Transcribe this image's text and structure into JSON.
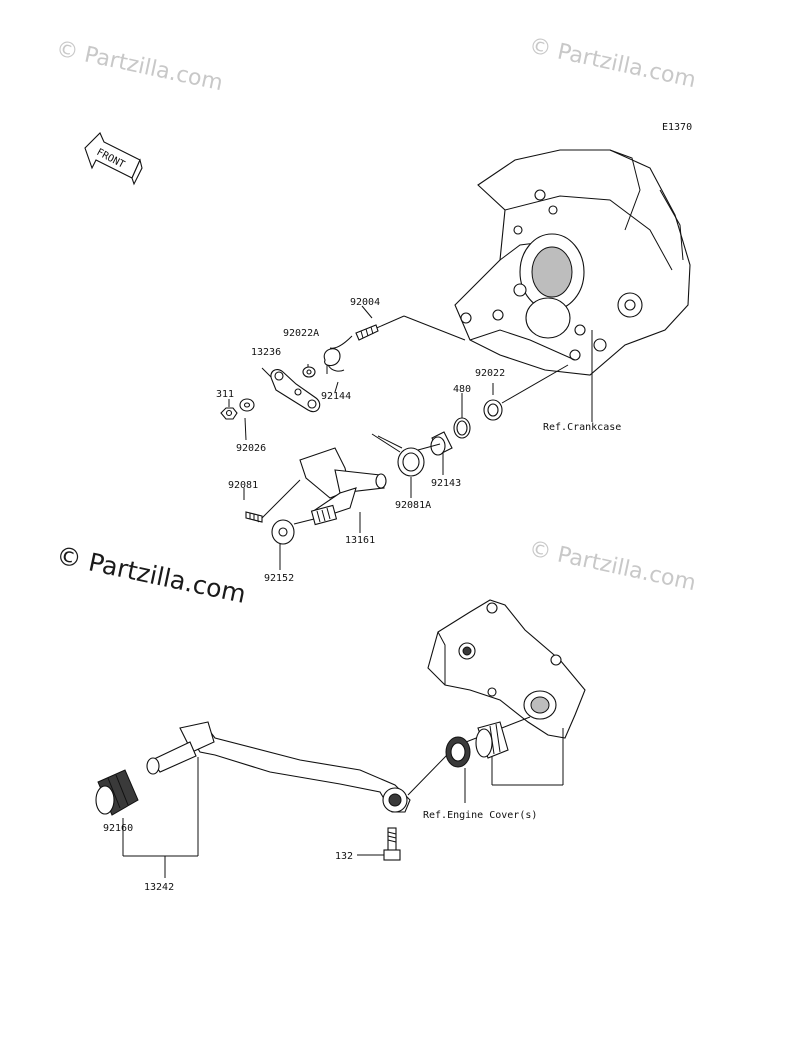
{
  "diagram_code": "E1370",
  "front_label": "FRONT",
  "watermarks": {
    "small": "© Partzilla.com",
    "large": "© Partzilla.com"
  },
  "parts": {
    "p311": "311",
    "p92026": "92026",
    "p13236": "13236",
    "p92022A": "92022A",
    "p92144": "92144",
    "p92004": "92004",
    "p92022": "92022",
    "p480": "480",
    "p92143": "92143",
    "p92081A": "92081A",
    "p92081": "92081",
    "p13161": "13161",
    "p92152": "92152",
    "p92160": "92160",
    "p13242": "13242",
    "p132": "132"
  },
  "refs": {
    "crankcase": "Ref.Crankcase",
    "engine_cover": "Ref.Engine Cover(s)"
  }
}
